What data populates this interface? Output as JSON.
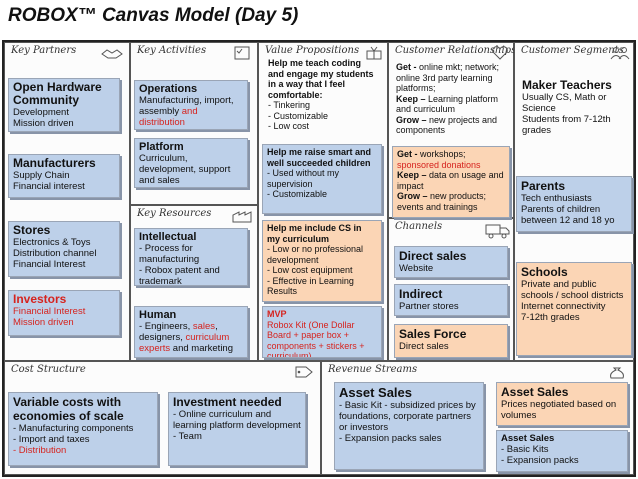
{
  "title": "ROBOX™ Canvas Model (Day 5)",
  "colors": {
    "blue_card": "#bdd0e9",
    "peach_card": "#fbd5b5",
    "red_text": "#d6231e"
  },
  "blocks": {
    "key_partners": {
      "heading": "Key Partners",
      "icon": "handshake-icon"
    },
    "key_activities": {
      "heading": "Key Activities",
      "icon": "checklist-icon"
    },
    "value_propositions": {
      "heading": "Value Propositions",
      "icon": "gift-icon"
    },
    "customer_relationships": {
      "heading": "Customer Relationships",
      "icon": "heart-icon"
    },
    "customer_segments": {
      "heading": "Customer Segments",
      "icon": "people-icon"
    },
    "key_resources": {
      "heading": "Key Resources",
      "icon": "factory-icon"
    },
    "channels": {
      "heading": "Channels",
      "icon": "truck-icon"
    },
    "cost_structure": {
      "heading": "Cost Structure",
      "icon": "tag-icon"
    },
    "revenue_streams": {
      "heading": "Revenue Streams",
      "icon": "money-bag-icon"
    }
  },
  "cards": {
    "partners_open_hw": {
      "title": "Open Hardware Community",
      "lines": [
        "Development",
        "Mission driven"
      ]
    },
    "partners_manufacturers": {
      "title": "Manufacturers",
      "lines": [
        "Supply Chain",
        "Financial interest"
      ]
    },
    "partners_stores": {
      "title": "Stores",
      "lines": [
        "Electronics & Toys",
        "Distribution channel",
        "Financial Interest"
      ]
    },
    "partners_investors": {
      "title": "Investors",
      "lines": [
        "Financial Interest",
        "Mission driven"
      ]
    },
    "activities_operations": {
      "title": "Operations",
      "text": "Manufacturing, import, assembly ",
      "text_red": "and distribution"
    },
    "activities_platform": {
      "title": "Platform",
      "text": "Curriculum, development, support and sales"
    },
    "resources_intellectual": {
      "title": "Intellectual",
      "lines": [
        "- Process for manufacturing",
        "- Robox patent and trademark"
      ]
    },
    "resources_human": {
      "title": "Human",
      "pre": "- Engineers, ",
      "red1": "sales",
      "mid": ", designers, ",
      "red2": "curriculum experts",
      "post": " and marketing"
    },
    "value_teach": {
      "title": "Help me teach coding and engage my students in a way that I feel comfortable:",
      "lines": [
        "- Tinkering",
        "- Customizable",
        "- Low cost"
      ]
    },
    "value_support": {
      "title": "Help me raise smart and well succeeded children",
      "lines": [
        "- Used without my supervision",
        "- Customizable"
      ]
    },
    "value_cs": {
      "title": "Help me include CS in my curriculum",
      "lines": [
        "- Low or no professional development",
        "- Low cost equipment",
        "- Effective in Learning Results"
      ]
    },
    "value_mvp": {
      "title": "MVP",
      "text": "Robox Kit (One Dollar Board + paper box + components + stickers + curriculum)"
    },
    "cr_get": {
      "l1b": "Get - ",
      "l1": "online mkt; network; online 3rd party learning platforms;",
      "l2b": "Keep – ",
      "l2": "Learning platform and curriculum",
      "l3b": "Grow – ",
      "l3": "new projects and components"
    },
    "cr_get2": {
      "l1b": "Get - ",
      "l1": "workshops; ",
      "l1r": "sponsored donations",
      "l2b": "Keep – ",
      "l2": "data on usage and impact",
      "l3b": "Grow – ",
      "l3": "new products; events and trainings"
    },
    "channels_direct": {
      "title": "Direct sales",
      "text": "Website"
    },
    "channels_indirect": {
      "title": "Indirect",
      "text": "Partner stores"
    },
    "channels_salesforce": {
      "title": "Sales Force",
      "text": "Direct sales"
    },
    "seg_maker": {
      "title": "Maker Teachers",
      "lines": [
        "Usually CS, Math or Science",
        "Students from 7-12th grades"
      ]
    },
    "seg_parents": {
      "title": "Parents",
      "lines": [
        "Tech enthusiasts",
        "Parents of children between 12 and 18 yo"
      ]
    },
    "seg_schools": {
      "title": "Schools",
      "lines": [
        "Private and public schools / school districts",
        "Internet connectivity",
        "7-12th grades"
      ]
    },
    "cost_variable": {
      "title": "Variable costs with economies of scale",
      "lines": [
        "- Manufacturing components",
        "- Import and taxes"
      ],
      "red_line": "- Distribution"
    },
    "cost_investment": {
      "title": "Investment needed",
      "lines": [
        "- Online curriculum and learning platform development",
        "- Team"
      ]
    },
    "rev_asset_sales": {
      "title": "Asset Sales",
      "lines": [
        "- Basic Kit - subsidized prices by foundations, corporate partners or investors",
        "- Expansion packs sales"
      ]
    },
    "rev_asset_sales2": {
      "title": "Asset Sales",
      "lines": [
        "Prices negotiated based on volumes"
      ]
    },
    "rev_asset_sales3": {
      "title": "Asset Sales",
      "lines": [
        "- Basic Kits",
        "- Expansion packs"
      ]
    }
  }
}
